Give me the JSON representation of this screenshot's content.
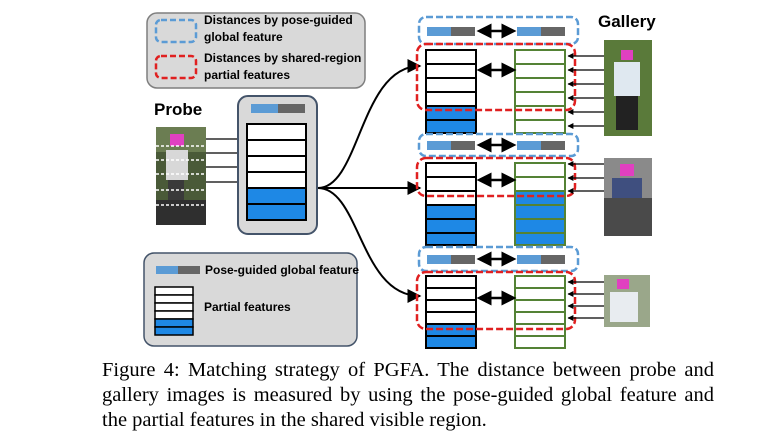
{
  "legend_top": {
    "global_distance": "Distances by pose-guided",
    "global_distance_2": "global feature",
    "partial_distance": "Distances by shared-region",
    "partial_distance_2": "partial features"
  },
  "probe_label": "Probe",
  "gallery_label": "Gallery",
  "legend_bottom": {
    "global_feature": "Pose-guided global feature",
    "partial_features": "Partial features"
  },
  "caption": "Figure 4: Matching strategy of PGFA. The distance between probe and gallery images is measured by using the pose-guided global feature and the partial features in the shared visible region.",
  "colors": {
    "feature_blue": "#5b9bd5",
    "feature_gray": "#666666",
    "partial_blue": "#1e88e5",
    "gallery_green": "#548235",
    "dash_blue": "#5b9bd5",
    "dash_red": "#e02020",
    "panel_gray": "#d9d9d9"
  }
}
